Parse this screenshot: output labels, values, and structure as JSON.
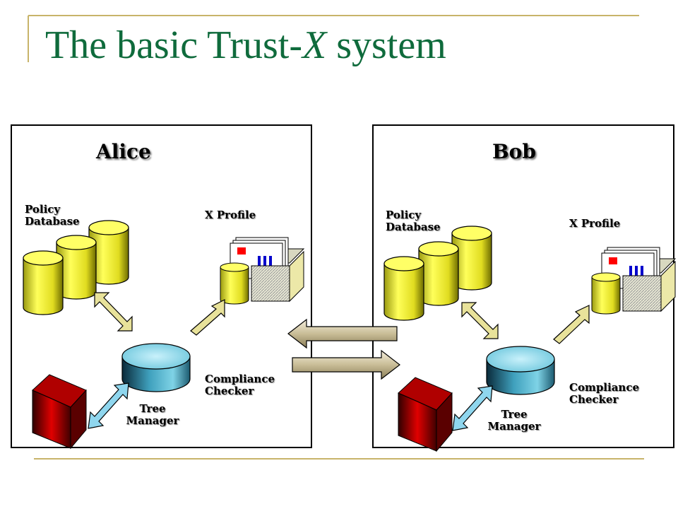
{
  "title": {
    "prefix": "The basic Trust-",
    "italic": "X",
    "suffix": " system"
  },
  "alice": {
    "name": "Alice",
    "policy_db": "Policy\nDatabase",
    "x_profile": "X Profile",
    "compliance": "Compliance\nChecker",
    "tree_manager": "Tree\nManager"
  },
  "bob": {
    "name": "Bob",
    "policy_db": "Policy\nDatabase",
    "x_profile": "X Profile",
    "compliance": "Compliance\nChecker",
    "tree_manager": "Tree\nManager"
  },
  "colors": {
    "title": "#0f6b3c",
    "accent_line": "#c8b46a",
    "database": "#ffff66",
    "tree_manager": "#7fd3e6",
    "red_cube": "#cc0000",
    "arrow_db": "#e8e29a",
    "arrow_tree": "#8fd6ee",
    "exchange_arrow": "#d8ceb0"
  }
}
